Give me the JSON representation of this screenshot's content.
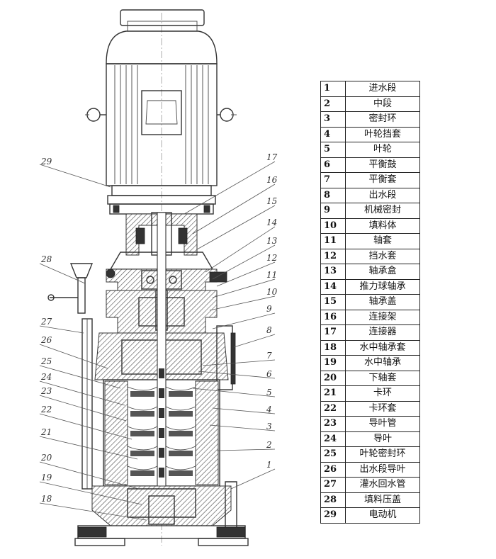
{
  "parts": [
    {
      "no": "1",
      "name": "进水段"
    },
    {
      "no": "2",
      "name": "中段"
    },
    {
      "no": "3",
      "name": "密封环"
    },
    {
      "no": "4",
      "name": "叶轮挡套"
    },
    {
      "no": "5",
      "name": "叶轮"
    },
    {
      "no": "6",
      "name": "平衡鼓"
    },
    {
      "no": "7",
      "name": "平衡套"
    },
    {
      "no": "8",
      "name": "出水段"
    },
    {
      "no": "9",
      "name": "机械密封"
    },
    {
      "no": "10",
      "name": "填料体"
    },
    {
      "no": "11",
      "name": "轴套"
    },
    {
      "no": "12",
      "name": "挡水套"
    },
    {
      "no": "13",
      "name": "轴承盒"
    },
    {
      "no": "14",
      "name": "推力球轴承"
    },
    {
      "no": "15",
      "name": "轴承盖"
    },
    {
      "no": "16",
      "name": "连接架"
    },
    {
      "no": "17",
      "name": "连接器"
    },
    {
      "no": "18",
      "name": "水中轴承套"
    },
    {
      "no": "19",
      "name": "水中轴承"
    },
    {
      "no": "20",
      "name": "下轴套"
    },
    {
      "no": "21",
      "name": "卡环"
    },
    {
      "no": "22",
      "name": "卡环套"
    },
    {
      "no": "23",
      "name": "导叶管"
    },
    {
      "no": "24",
      "name": "导叶"
    },
    {
      "no": "25",
      "name": "叶轮密封环"
    },
    {
      "no": "26",
      "name": "出水段导叶"
    },
    {
      "no": "27",
      "name": "灌水回水管"
    },
    {
      "no": "28",
      "name": "填料压盖"
    },
    {
      "no": "29",
      "name": "电动机"
    }
  ],
  "callouts": {
    "right": [
      "17",
      "16",
      "15",
      "14",
      "13",
      "12",
      "11",
      "10",
      "9",
      "8",
      "7",
      "6",
      "5",
      "4",
      "3",
      "2",
      "1"
    ],
    "left": [
      "29",
      "28",
      "27",
      "26",
      "25",
      "24",
      "23",
      "22",
      "21",
      "20",
      "19",
      "18"
    ]
  }
}
